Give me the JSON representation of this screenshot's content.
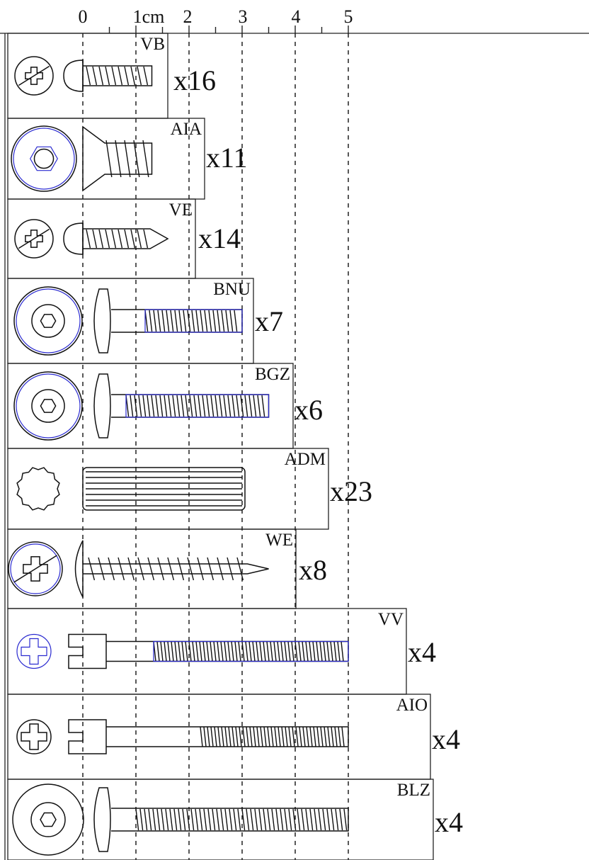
{
  "ruler": {
    "labels": [
      {
        "id": "0",
        "text": "0"
      },
      {
        "id": "1cm",
        "text": "1cm"
      },
      {
        "id": "2",
        "text": "2"
      },
      {
        "id": "3",
        "text": "3"
      },
      {
        "id": "4",
        "text": "4"
      },
      {
        "id": "5",
        "text": "5"
      }
    ]
  },
  "parts": [
    {
      "code": "VB",
      "qty": "x16",
      "type": "pan-screw",
      "length_cm": 1.3,
      "blue": false
    },
    {
      "code": "AIA",
      "qty": "x11",
      "type": "insert",
      "length_cm": 1.3,
      "blue": true
    },
    {
      "code": "VE",
      "qty": "x14",
      "type": "pointed-screw",
      "length_cm": 1.6,
      "blue": false
    },
    {
      "code": "BNU",
      "qty": "x7",
      "type": "jcb-bolt",
      "length_cm": 3.0,
      "blue": true
    },
    {
      "code": "BGZ",
      "qty": "x6",
      "type": "jcb-bolt",
      "length_cm": 3.5,
      "blue": true
    },
    {
      "code": "ADM",
      "qty": "x23",
      "type": "dowel",
      "length_cm": 3.0,
      "blue": false
    },
    {
      "code": "WE",
      "qty": "x8",
      "type": "wood-screw",
      "length_cm": 3.5,
      "blue": true
    },
    {
      "code": "VV",
      "qty": "x4",
      "type": "cylinder-screw",
      "length_cm": 5.0,
      "blue": true
    },
    {
      "code": "AIO",
      "qty": "x4",
      "type": "cylinder-screw",
      "length_cm": 5.0,
      "blue": false
    },
    {
      "code": "BLZ",
      "qty": "x4",
      "type": "jcb-bolt",
      "length_cm": 5.0,
      "blue": false
    }
  ]
}
